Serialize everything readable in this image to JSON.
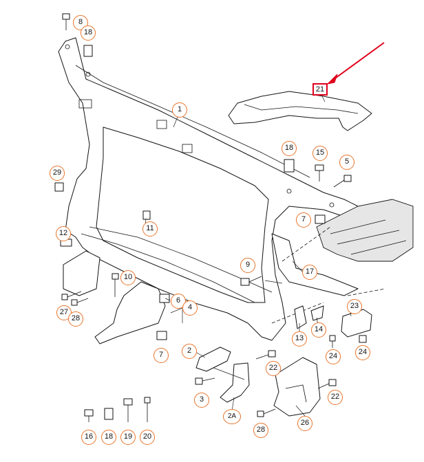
{
  "highlight_color": "#e0001b",
  "callout_color": "#e8742a",
  "callouts": {
    "c8": "8",
    "c18a": "18",
    "c1": "1",
    "c21": "21",
    "c18b": "18",
    "c15": "15",
    "c5": "5",
    "c29": "29",
    "c7a": "7",
    "c12": "12",
    "c11": "11",
    "c9": "9",
    "c17": "17",
    "c10": "10",
    "c6": "6",
    "c4": "4",
    "c27": "27",
    "c28a": "28",
    "c23": "23",
    "c13": "13",
    "c14": "14",
    "c24a": "24",
    "c24b": "24",
    "c7b": "7",
    "c2": "2",
    "c22a": "22",
    "c3": "3",
    "c2a": "2A",
    "c22b": "22",
    "c26": "26",
    "c28b": "28",
    "c16": "16",
    "c18c": "18",
    "c19": "19",
    "c20": "20"
  }
}
